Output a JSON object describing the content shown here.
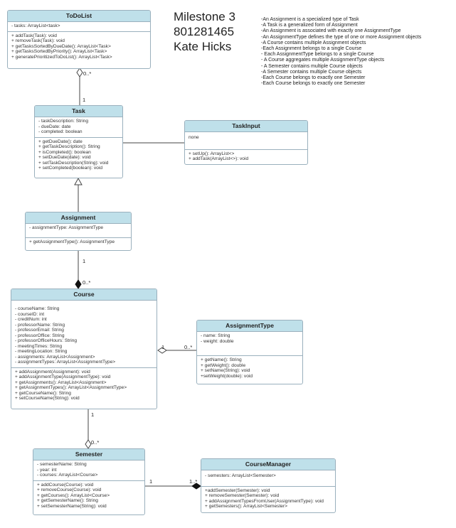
{
  "header": {
    "title_lines": [
      "Milestone 3",
      "801281465",
      "Kate Hicks"
    ]
  },
  "notes": [
    "-An Assignment is a specialized type of Task",
    "-A Task is a generalized form of Assignment",
    "-An Assignment is associated with exactly one AssignmentType",
    "-An AssignmentType defines the type of one or more Assignment objects",
    "-A Course contains multiple Assignment objects",
    "-Each Assignment belongs to a single Course",
    "- Each AssignmentType belongs to a single Course",
    "- A Course aggregates multiple AssignmentType objects",
    "- A Semester contains multiple Course objects",
    "-A Semester contains multiple Course objects",
    "-Each Course belongs to exactly one Semester",
    "-Each Course belongs to exactly one Semester"
  ],
  "classes": {
    "todolist": {
      "name": "ToDoList",
      "attributes": [
        "- tasks: ArrayList<task>"
      ],
      "methods": [
        "+ addTask(Task): void",
        "+ removeTask(Task): void",
        "+ getTasksSortedByDueDate(): ArrayList<Task>",
        "+ getTasksSortedByPriority(): ArrayList<Task>",
        "+ generatePrioritizedToDoList(): ArrayList<Task>"
      ]
    },
    "task": {
      "name": "Task",
      "attributes": [
        "- taskDescription: String",
        "- dueDate: date",
        "- completed: boolean"
      ],
      "methods": [
        "+ getDueDate(): date",
        "+ getTaskDescription(): String",
        "+ isCompleted(): boolean",
        "+ setDueDate(date): void",
        "+ setTaskDescription(String): void",
        "+ setCompleted(boolean): void"
      ]
    },
    "taskinput": {
      "name": "TaskInput",
      "attributes": [
        "none"
      ],
      "methods": [
        "+ setUp(): ArrayList<>",
        "+ addTask(ArrayList<>): void"
      ]
    },
    "assignment": {
      "name": "Assignment",
      "attributes": [
        "- assignmentType: AssignmentType"
      ],
      "methods": [
        "+ getAssignmentType(): AssignmentType"
      ]
    },
    "course": {
      "name": "Course",
      "attributes": [
        "- courseName: String",
        "- courseID: int",
        "- creditNum: int",
        "- professorName: String",
        "- professorEmail: String",
        "- professorOffice: String",
        "- professorOfficeHours: String",
        "- meetingTimes: String",
        "- meetingLocation: String",
        "- assignments: ArrayList<Assignment>",
        "- assignmentTypes: ArrayList<AssignmentType>"
      ],
      "methods": [
        "+ addAssignment(Assignment): void",
        "+ addAssignmentType(AssignmentType): void",
        "+ getAssignments(): ArrayList<Assignment>",
        "+ getAssignmentTypes(): ArrayList<AssignmentType>",
        "+ getCourseName(): String",
        "+ setCourseName(String): void"
      ]
    },
    "assignmenttype": {
      "name": "AssignmentType",
      "attributes": [
        "- name: String",
        "- weight: double"
      ],
      "methods": [
        "+ getName(): String",
        "+ getWeight(): double",
        "+ setName(String): void",
        "+setWeight(double): void"
      ]
    },
    "semester": {
      "name": "Semester",
      "attributes": [
        "- semesterName: String",
        "- year: int",
        "- courses: ArrayList<Course>"
      ],
      "methods": [
        "+ addCourse(Course): void",
        "+ removeCourse(Course): void",
        "+ getCourses(): ArrayList<Course>",
        "+ getSemesterName(): String",
        "+ setSemesterName(String): void"
      ]
    },
    "coursemanager": {
      "name": "CourseManager",
      "attributes": [
        "- semesters: ArrayList<Semester>"
      ],
      "methods": [
        "+addSemester(Semester): void",
        "+ removeSemester(Semester): void",
        "+ addAssignmentTypesFromUser(AssignmentType): void",
        "+ getSemesters(): ArrayList<Semester>"
      ]
    }
  },
  "multiplicities": {
    "todolist_many": "0..*",
    "task_one": "1",
    "assignment_one": "1",
    "course_many": "0..*",
    "course_type_one": "1",
    "assignmenttype_many": "0..*",
    "course_one": "1",
    "semester_many": "0..*",
    "semester_one": "1",
    "coursemanager_many": "1..*"
  }
}
